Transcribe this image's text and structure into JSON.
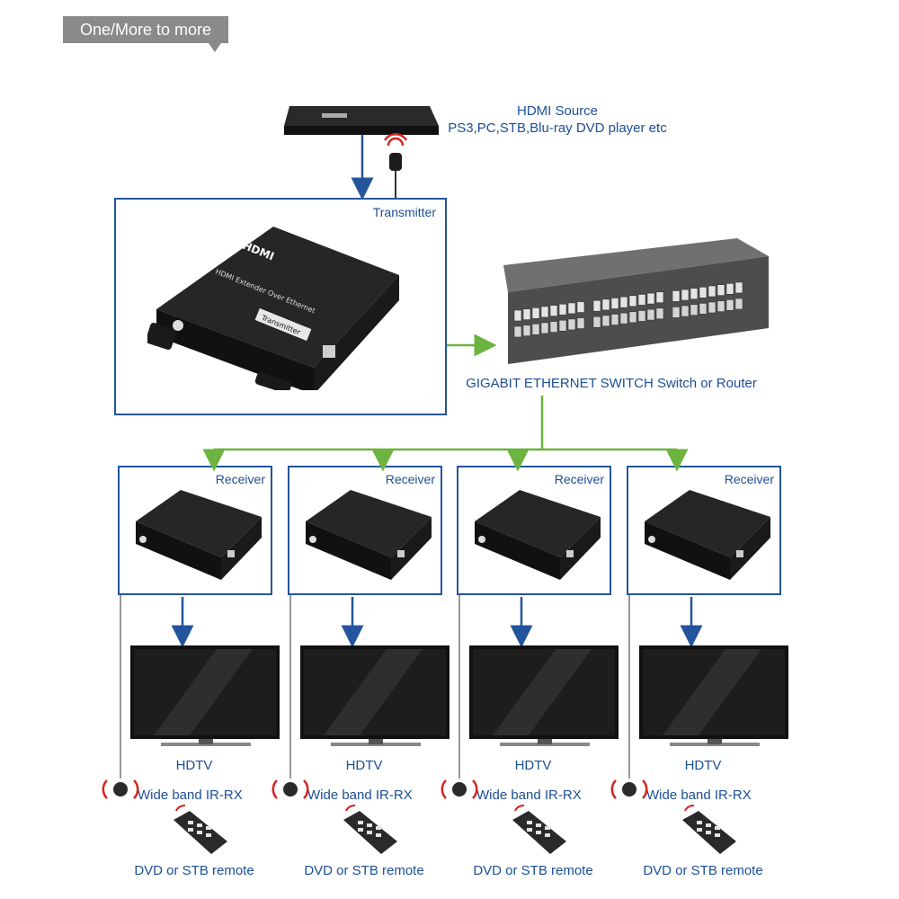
{
  "badge": {
    "text": "One/More to more"
  },
  "source": {
    "title": "HDMI Source",
    "subtitle": "PS3,PC,STB,Blu-ray DVD player etc"
  },
  "transmitter": {
    "label": "Transmitter",
    "logo": "HDMI",
    "model": "HDMI Extender Over Ethernet",
    "tag": "Transmitter"
  },
  "switch": {
    "label": "GIGABIT ETHERNET SWITCH Switch or Router"
  },
  "receivers": [
    {
      "label": "Receiver",
      "tv": "HDTV",
      "ir": "Wide band IR-RX",
      "remote": "DVD or STB remote"
    },
    {
      "label": "Receiver",
      "tv": "HDTV",
      "ir": "Wide band IR-RX",
      "remote": "DVD or STB remote"
    },
    {
      "label": "Receiver",
      "tv": "HDTV",
      "ir": "Wide band IR-RX",
      "remote": "DVD or STB remote"
    },
    {
      "label": "Receiver",
      "tv": "HDTV",
      "ir": "Wide band IR-RX",
      "remote": "DVD or STB remote"
    }
  ],
  "colors": {
    "blue": "#24559c",
    "green": "#6cb33f",
    "badge": "#8a8a8a",
    "device": "#1c1c1c"
  }
}
